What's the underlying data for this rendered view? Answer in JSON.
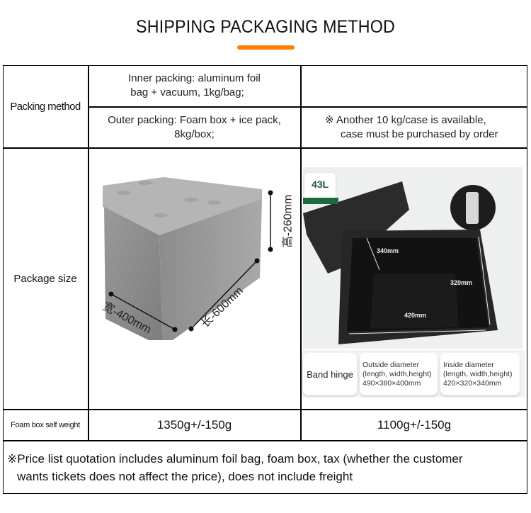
{
  "header": {
    "title": "SHIPPING PACKAGING METHOD",
    "accent_color": "#ff7f00"
  },
  "table": {
    "packing_method": {
      "label": "Packing method",
      "inner_line1": "Inner packing: aluminum foil",
      "inner_line2": "bag + vacuum, 1kg/bag;",
      "outer_line1": "Outer packing: Foam box + ice pack,",
      "outer_line2": "8kg/box;",
      "note_line1": "※ Another 10 kg/case is available,",
      "note_line2": "case must be purchased by order"
    },
    "package_size": {
      "label": "Package size",
      "left_image": {
        "icon": "gray-foam-box-image",
        "width_label": "宽-400mm",
        "length_label": "长-600mm",
        "height_label": "高-260mm"
      },
      "right_image": {
        "icon": "black-foam-box-image",
        "badge": "43L",
        "dim_depth": "340mm",
        "dim_height": "320mm",
        "dim_length": "420mm"
      },
      "hinge_strip": {
        "band_hinge": "Band hinge",
        "outside_title": "Outside diameter",
        "outside_sub": "(length, width,height)",
        "outside_value": "490×380×400mm",
        "inside_title": "Inside diameter",
        "inside_sub": "(length, width,height)",
        "inside_value": "420×320×340mm"
      }
    },
    "self_weight": {
      "label": "Foam box self weight",
      "left_value": "1350g+/-150g",
      "right_value": "1100g+/-150g"
    },
    "footer_note": {
      "line1": "※Price list quotation includes aluminum foil bag, foam box, tax (whether the customer",
      "line2": "wants tickets does not affect the price), does not include freight"
    }
  }
}
